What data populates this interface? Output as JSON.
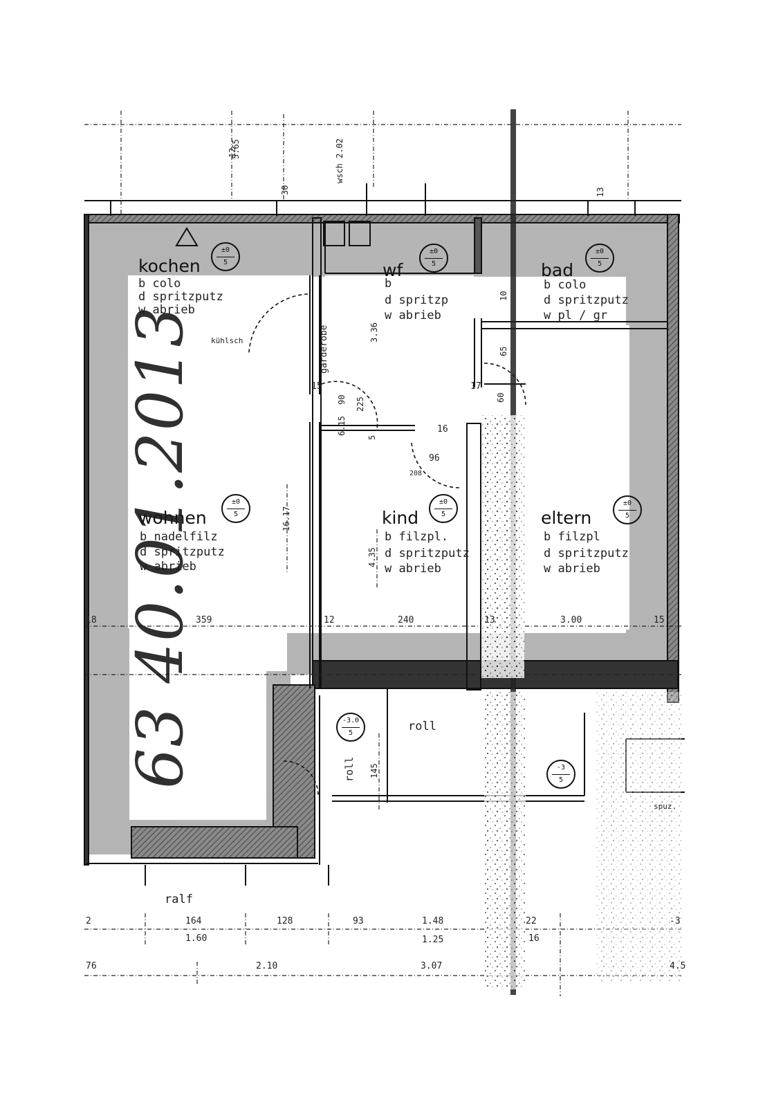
{
  "rooms": {
    "kochen": {
      "name": "kochen",
      "b": "b  colo",
      "d": "d  spritzputz",
      "w": "w  abrieb",
      "note": "kühlsch",
      "mark_top": "±0",
      "mark_bot": "5"
    },
    "wf": {
      "name": "wf",
      "b": "b",
      "d": "d  spritzp",
      "w": "w  abrieb",
      "mark_top": "±0",
      "mark_bot": "5",
      "vert": "garderobe"
    },
    "bad": {
      "name": "bad",
      "b": "b  colo",
      "d": "d  spritzputz",
      "w": "w  pl / gr",
      "mark_top": "±0",
      "mark_bot": "5"
    },
    "wohnen": {
      "name": "wohnen",
      "b": "b  nadelfilz",
      "d": "d  spritzputz",
      "w": "w  abrieb",
      "mark_top": "±0",
      "mark_bot": "5"
    },
    "kind": {
      "name": "kind",
      "b": "b  filzpl.",
      "d": "d  spritzputz",
      "w": "w  abrieb",
      "mark_top": "±0",
      "mark_bot": "5"
    },
    "eltern": {
      "name": "eltern",
      "b": "b  filzpl",
      "d": "d  spritzputz",
      "w": "w  abrieb",
      "mark_top": "±0",
      "mark_bot": "5"
    },
    "balcony": {
      "mark_top": "-3.0",
      "mark_bot": "5"
    },
    "lower_right": {
      "mark_top": "-3",
      "mark_bot": "5"
    }
  },
  "labels": {
    "roll_center": "roll",
    "roll_vertical": "roll",
    "ralf": "ralf",
    "spuz": "spuz.",
    "wf_vert_dim": "wsch 2.02"
  },
  "dims_interior": {
    "d359": "359",
    "d240": "240",
    "d300": "3.00",
    "d12": "12",
    "d13": "13",
    "d15": "15",
    "d18": "18",
    "d15b": "15",
    "d17": "17",
    "d16": "16",
    "d90": "90",
    "d96": "96",
    "d208": "208",
    "d336": "3.36",
    "d565": "5.65",
    "d12_top": "12",
    "d30": "30",
    "d13_top": "13",
    "d10": "10",
    "d65": "65",
    "d60": "60",
    "d145": "145",
    "d435": "4.35",
    "d1617": "16.17",
    "d225": "225",
    "d615": "6.15",
    "d5": "5"
  },
  "dims_bottom": {
    "r1_a": "2",
    "r1_b": "164",
    "r1_c": "128",
    "r1_d": "93",
    "r1_e": "1.48",
    "r1_f": "22",
    "r1_g": "-3",
    "r2_a": "1.60",
    "r2_b": "1.25",
    "r2_c": "16",
    "r3_a": "76",
    "r3_b": "2.10",
    "r3_c": "3.07",
    "r3_d": "4.5"
  },
  "handwriting": "63 40.01.2013",
  "colors": {
    "ink": "#111111",
    "wall_fill": "#4a4a4a",
    "wall_hatch": "#6b6b6b",
    "highlight": "#a9a9a9",
    "paper": "#ffffff"
  }
}
